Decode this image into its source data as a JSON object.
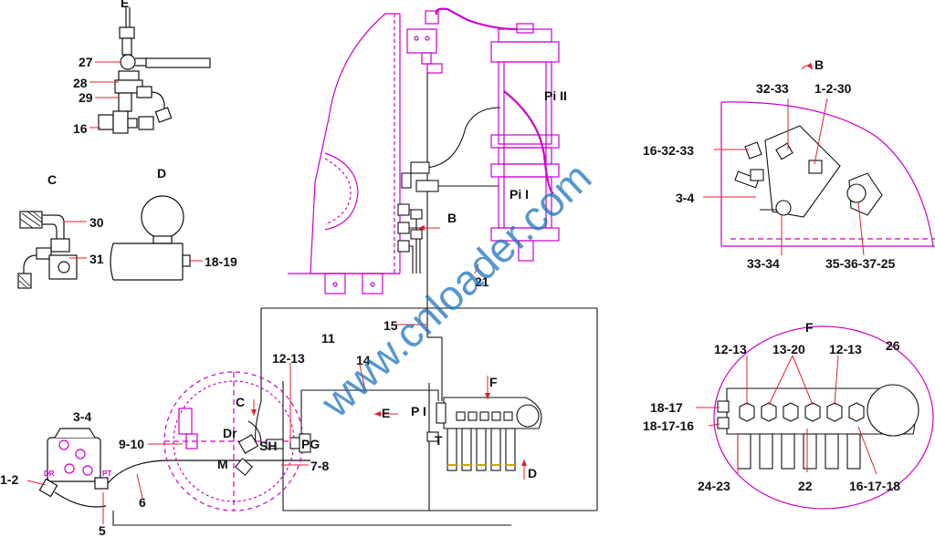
{
  "labels": {
    "e_top": "E",
    "l27": "27",
    "l28": "28",
    "l29": "29",
    "l16_e": "16",
    "c_detail": "C",
    "d_detail": "D",
    "l30": "30",
    "l31": "31",
    "l18_19": "18-19",
    "l3_4_pump": "3-4",
    "dr_pump": "DR",
    "pt": "PT",
    "l1_2": "1-2",
    "l6": "6",
    "l5": "5",
    "l9_10": "9-10",
    "c_tank": "C",
    "dr": "Dr",
    "sh": "SH",
    "pg": "PG",
    "m": "M",
    "l7_8": "7-8",
    "l12_13_center": "12-13",
    "l11": "11",
    "l14": "14",
    "l15": "15",
    "l21": "21",
    "b_arrow": "B",
    "e_arrow": "E",
    "pi_port": "P I",
    "t_port": "T",
    "f_arrow": "F",
    "d_arrow": "D",
    "pi_ii": "Pi II",
    "pi_i": "Pi I",
    "b_detail": "B",
    "l32_33": "32-33",
    "l1_2_30": "1-2-30",
    "l16_32_33": "16-32-33",
    "l3_4_b": "3-4",
    "l33_34": "33-34",
    "l35_36_37_25": "35-36-37-25",
    "f_detail": "F",
    "l12_13_f_left": "12-13",
    "l13_20": "13-20",
    "l12_13_f_right": "12-13",
    "l26": "26",
    "l18_17": "18-17",
    "l18_17_16": "18-17-16",
    "l24_23": "24-23",
    "l22": "22",
    "l16_17_18": "16-17-18"
  },
  "watermark": "www.cnloader.com",
  "colors": {
    "outline": "#111111",
    "body": "#cc00cc",
    "leader": "#e0202f",
    "accent": "#d4a20a",
    "watermark": "#1e73be"
  }
}
